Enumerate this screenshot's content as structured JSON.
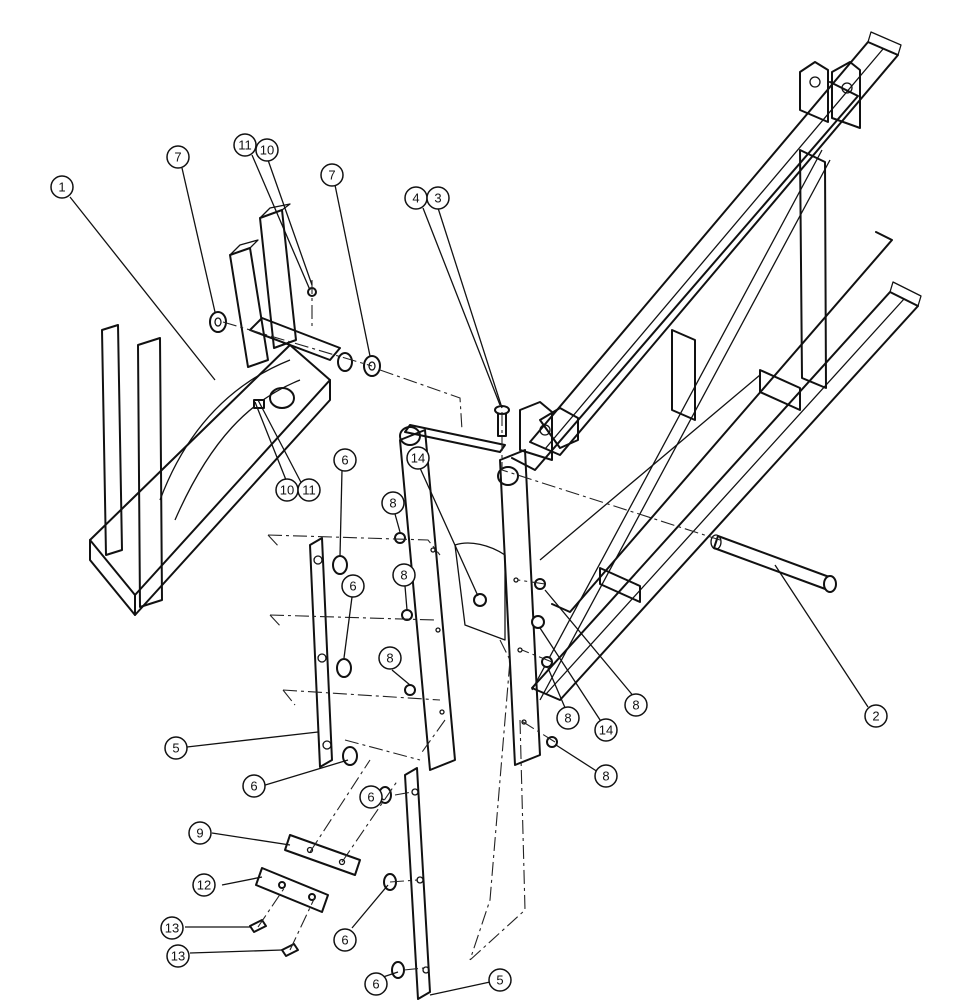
{
  "diagram": {
    "callouts": [
      {
        "id": "c1",
        "label": "1"
      },
      {
        "id": "c7a",
        "label": "7"
      },
      {
        "id": "c11a",
        "label": "11"
      },
      {
        "id": "c10a",
        "label": "10"
      },
      {
        "id": "c7b",
        "label": "7"
      },
      {
        "id": "c4",
        "label": "4"
      },
      {
        "id": "c3",
        "label": "3"
      },
      {
        "id": "c10b",
        "label": "10"
      },
      {
        "id": "c11b",
        "label": "11"
      },
      {
        "id": "c6a",
        "label": "6"
      },
      {
        "id": "c14a",
        "label": "14"
      },
      {
        "id": "c8a",
        "label": "8"
      },
      {
        "id": "c8b",
        "label": "8"
      },
      {
        "id": "c6b",
        "label": "6"
      },
      {
        "id": "c8c",
        "label": "8"
      },
      {
        "id": "c5a",
        "label": "5"
      },
      {
        "id": "c6c",
        "label": "6"
      },
      {
        "id": "c8d",
        "label": "8"
      },
      {
        "id": "c8e",
        "label": "8"
      },
      {
        "id": "c14b",
        "label": "14"
      },
      {
        "id": "c2",
        "label": "2"
      },
      {
        "id": "c8f",
        "label": "8"
      },
      {
        "id": "c6d",
        "label": "6"
      },
      {
        "id": "c9",
        "label": "9"
      },
      {
        "id": "c12",
        "label": "12"
      },
      {
        "id": "c13a",
        "label": "13"
      },
      {
        "id": "c13b",
        "label": "13"
      },
      {
        "id": "c6e",
        "label": "6"
      },
      {
        "id": "c6f",
        "label": "6"
      },
      {
        "id": "c5b",
        "label": "5"
      }
    ]
  }
}
